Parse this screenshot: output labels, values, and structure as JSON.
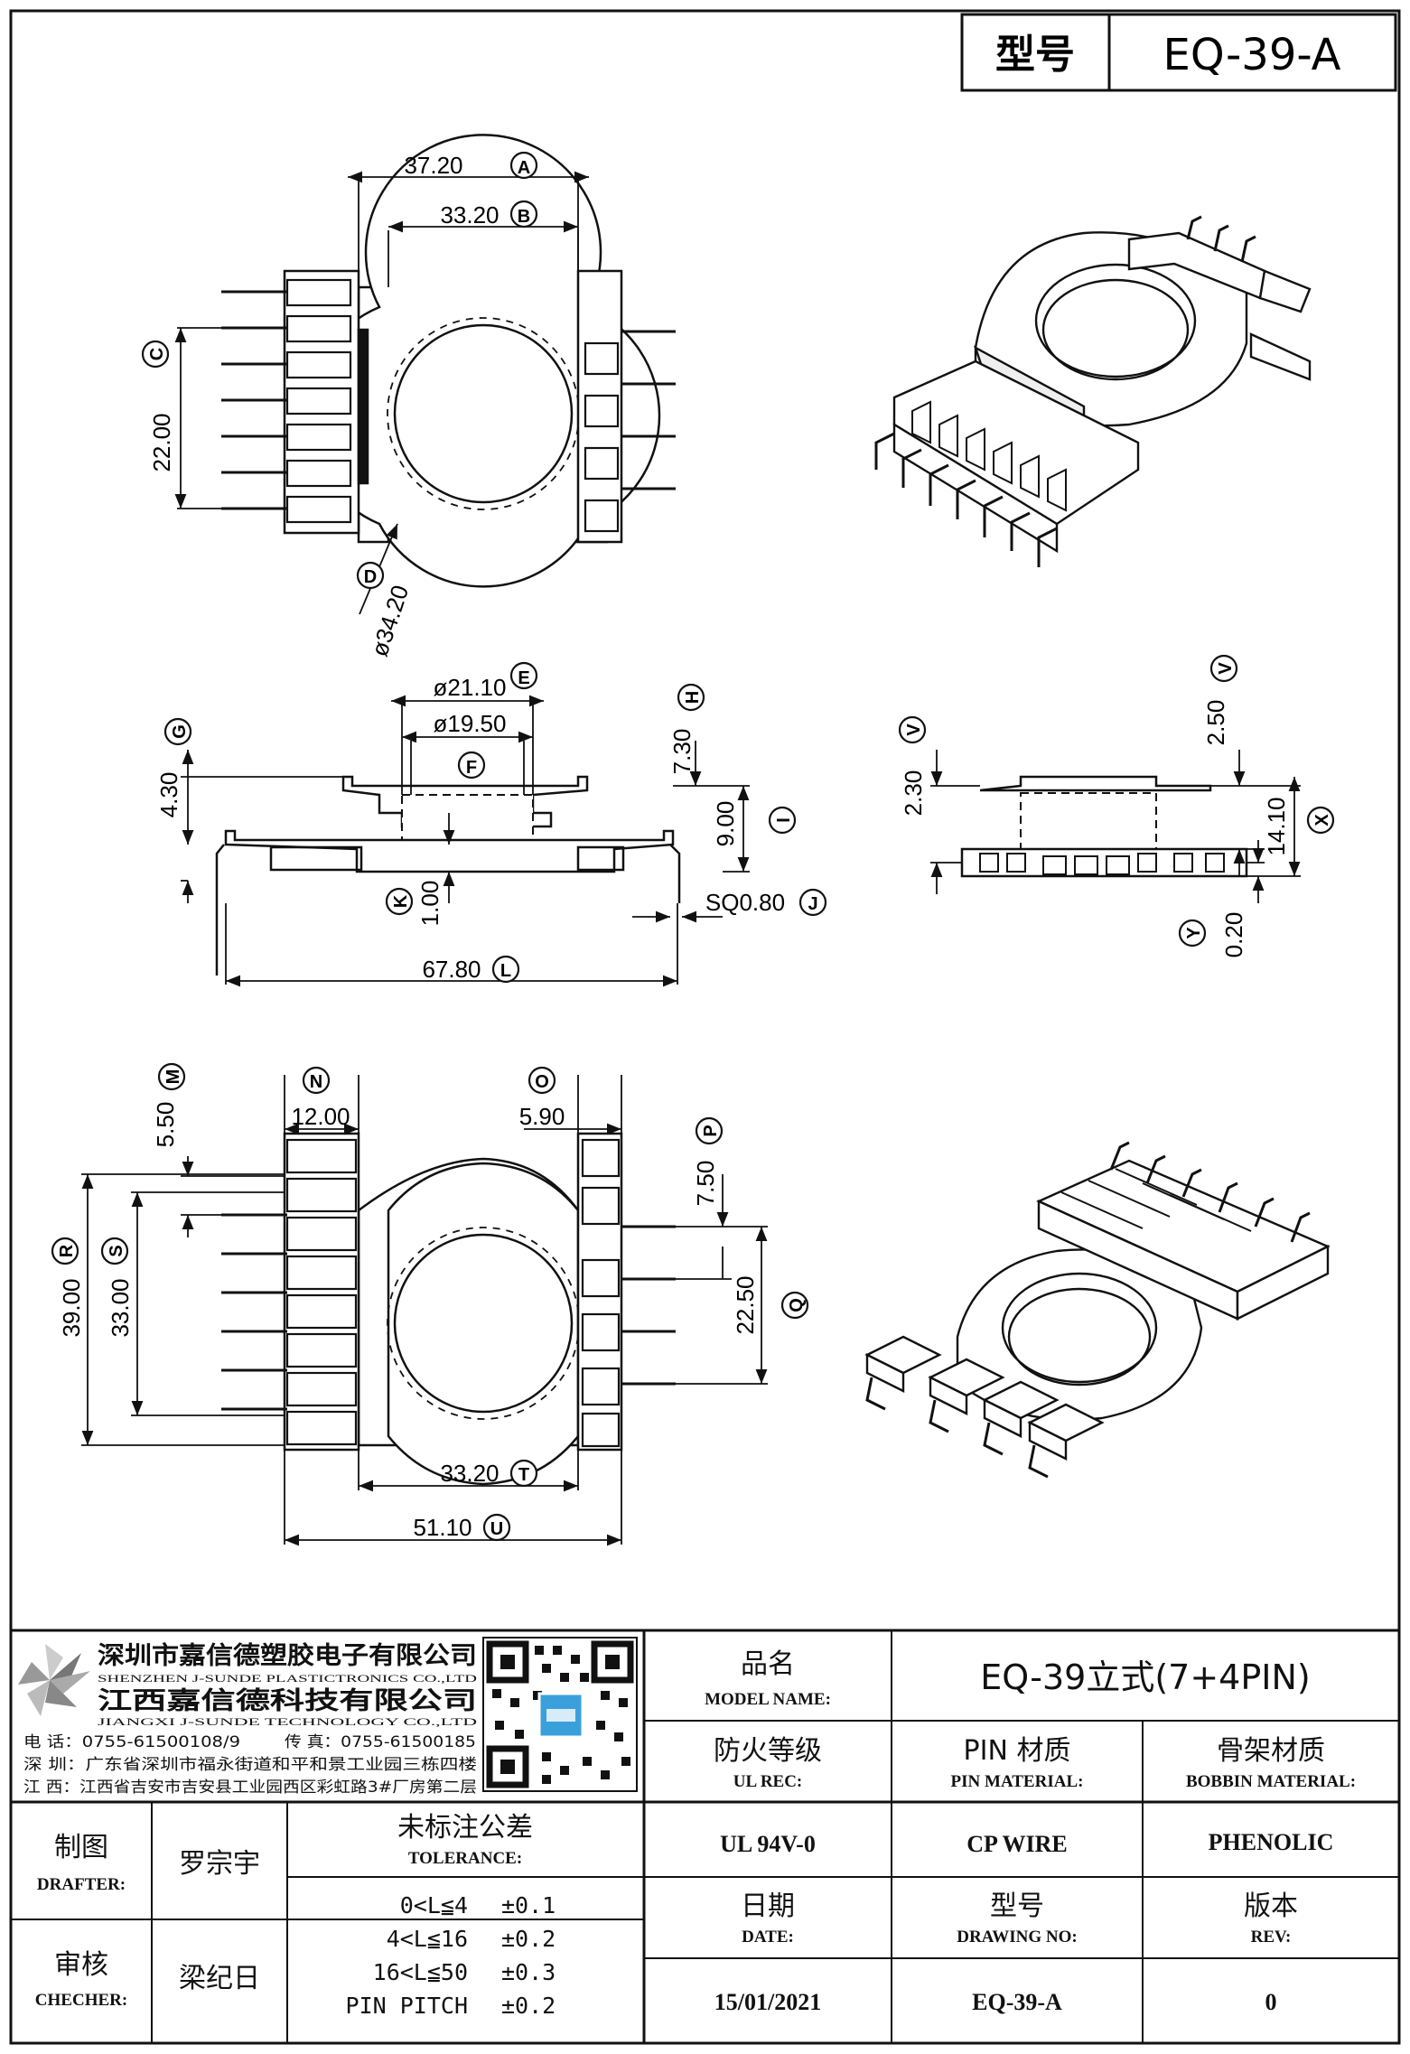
{
  "header": {
    "model_label": "型号",
    "model_value": "EQ-39-A"
  },
  "views": {
    "top": {
      "dims": {
        "a_value": "37.20",
        "a_letter": "A",
        "b_value": "33.20",
        "b_letter": "B",
        "c_value": "22.00",
        "c_letter": "C",
        "d_value": "ø34.20",
        "d_letter": "D"
      }
    },
    "front": {
      "dims": {
        "e_value": "ø21.10",
        "e_letter": "E",
        "f_value": "ø19.50",
        "f_letter": "F",
        "g_value": "4.30",
        "g_letter": "G",
        "h_value": "7.30",
        "h_letter": "H",
        "i_value": "9.00",
        "i_letter": "I",
        "j_value": "SQ0.80",
        "j_letter": "J",
        "k_value": "1.00",
        "k_letter": "K",
        "l_value": "67.80",
        "l_letter": "L"
      }
    },
    "side": {
      "dims": {
        "v_top_value": "2.50",
        "v_top_letter": "V",
        "v_left_value": "2.30",
        "v_left_letter": "V",
        "x_value": "14.10",
        "x_letter": "X",
        "y_value": "0.20",
        "y_letter": "Y"
      }
    },
    "bottom": {
      "dims": {
        "m_value": "5.50",
        "m_letter": "M",
        "n_value": "12.00",
        "n_letter": "N",
        "o_value": "5.90",
        "o_letter": "O",
        "p_value": "7.50",
        "p_letter": "P",
        "q_value": "22.50",
        "q_letter": "Q",
        "r_value": "39.00",
        "r_letter": "R",
        "s_value": "33.00",
        "s_letter": "S",
        "t_value": "33.20",
        "t_letter": "T",
        "u_value": "51.10",
        "u_letter": "U"
      }
    }
  },
  "title_block": {
    "company_cn_1": "深圳市嘉信德塑胶电子有限公司",
    "company_en_1": "SHENZHEN J-SUNDE PLASTICTRONICS CO.,LTD",
    "company_cn_2": "江西嘉信德科技有限公司",
    "company_en_2": "JIANGXI J-SUNDE TECHNOLOGY CO.,LTD",
    "phone": "电 话：0755-61500108/9",
    "fax": "传 真：0755-61500185",
    "addr_sz": "深 圳：广东省深圳市福永街道和平和景工业园三栋四楼",
    "addr_jx": "江 西：江西省吉安市吉安县工业园西区彩虹路3#厂房第二层",
    "model_name_cn": "品名",
    "model_name_en": "MODEL NAME:",
    "model_name_value": "EQ-39立式(7+4PIN)",
    "ul_cn": "防火等级",
    "ul_en": "UL REC:",
    "pin_cn": "PIN 材质",
    "pin_en": "PIN MATERIAL:",
    "bobbin_cn": "骨架材质",
    "bobbin_en": "BOBBIN MATERIAL:",
    "drafter_cn": "制图",
    "drafter_en": "DRAFTER:",
    "drafter_name": "罗宗宇",
    "tol_cn": "未标注公差",
    "tol_en": "TOLERANCE:",
    "ul_value": "UL 94V-0",
    "pin_value": "CP WIRE",
    "bobbin_value": "PHENOLIC",
    "checker_cn": "审核",
    "checker_en": "CHECHER:",
    "checker_name": "梁纪日",
    "tol_rows": [
      {
        "range": "0<L≦4",
        "value": "±0.1"
      },
      {
        "range": "4<L≦16",
        "value": "±0.2"
      },
      {
        "range": "16<L≦50",
        "value": "±0.3"
      },
      {
        "range": "PIN PITCH",
        "value": "±0.2"
      }
    ],
    "date_cn": "日期",
    "date_en": "DATE:",
    "dwg_cn": "型号",
    "dwg_en": "DRAWING NO:",
    "rev_cn": "版本",
    "rev_en": "REV:",
    "date_value": "15/01/2021",
    "dwg_value": "EQ-39-A",
    "rev_value": "0"
  }
}
